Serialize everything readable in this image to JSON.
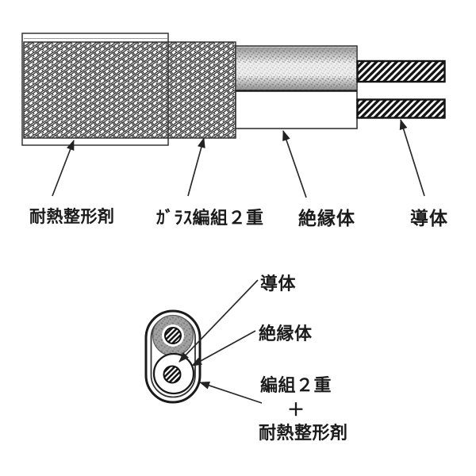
{
  "figure": {
    "description_kind": "cable-construction-diagram",
    "colors": {
      "ink": "#222222",
      "hatch_black": "#141414",
      "braid_bg": "#e3e3e3",
      "stipple_gray": "#777777",
      "core_shade_gray": "#b8b8b8",
      "cross_section_disc": "#a2a2a2"
    },
    "side_view": {
      "label_former": "耐熱整形剤",
      "label_braid": "ｶﾞﾗｽ編組２重",
      "label_insulator": "絶縁体",
      "label_conductor": "導体"
    },
    "cross_section": {
      "label_conductor": "導体",
      "label_insulator": "絶縁体",
      "label_jacket_line1": "編組２重",
      "label_jacket_plus": "＋",
      "label_jacket_line2": "耐熱整形剤"
    }
  }
}
